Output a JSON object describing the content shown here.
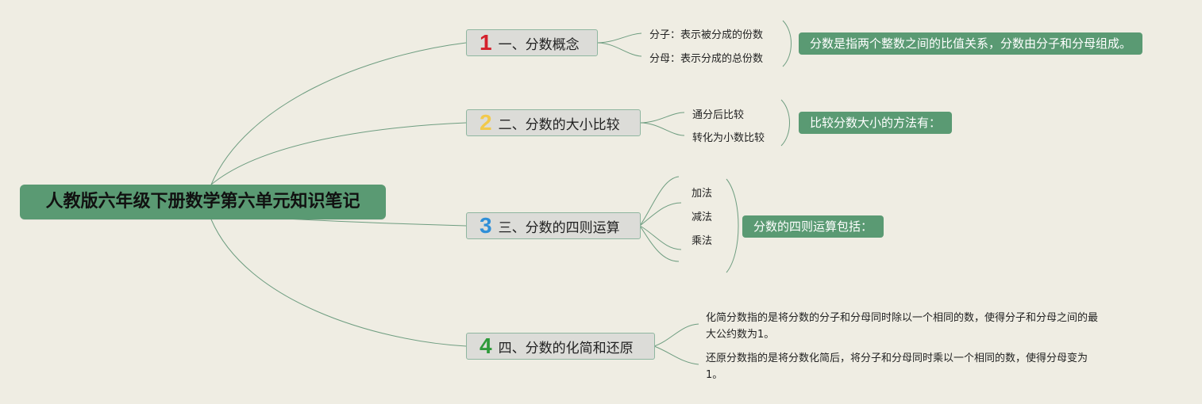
{
  "root": {
    "title": "人教版六年级下册数学第六单元知识笔记"
  },
  "branches": [
    {
      "number": "1",
      "number_color": "#d4202c",
      "label": "一、分数概念",
      "children": [
        "分子：表示被分成的份数",
        "分母：表示分成的总份数"
      ],
      "summary": "分数是指两个整数之间的比值关系，分数由分子和分母组成。"
    },
    {
      "number": "2",
      "number_color": "#f2c94c",
      "label": "二、分数的大小比较",
      "children": [
        "通分后比较",
        "转化为小数比较"
      ],
      "summary": "比较分数大小的方法有："
    },
    {
      "number": "3",
      "number_color": "#2f8fd8",
      "label": "三、分数的四则运算",
      "children": [
        "加法",
        "减法",
        "乘法"
      ],
      "summary": "分数的四则运算包括："
    },
    {
      "number": "4",
      "number_color": "#2e9a3a",
      "label": "四、分数的化简和还原",
      "children": [
        "化简分数指的是将分数的分子和分母同时除以一个相同的数，使得分子和分母之间的最大公约数为1。",
        "还原分数指的是将分数化简后，将分子和分母同时乘以一个相同的数，使得分母变为1。"
      ]
    }
  ],
  "colors": {
    "background": "#efede3",
    "root_fill": "#5a9a73",
    "summary_fill": "#5a9a73",
    "branch_fill": "#dcdcd8",
    "branch_border": "#8fb6a0",
    "connector": "#6e9d80"
  }
}
